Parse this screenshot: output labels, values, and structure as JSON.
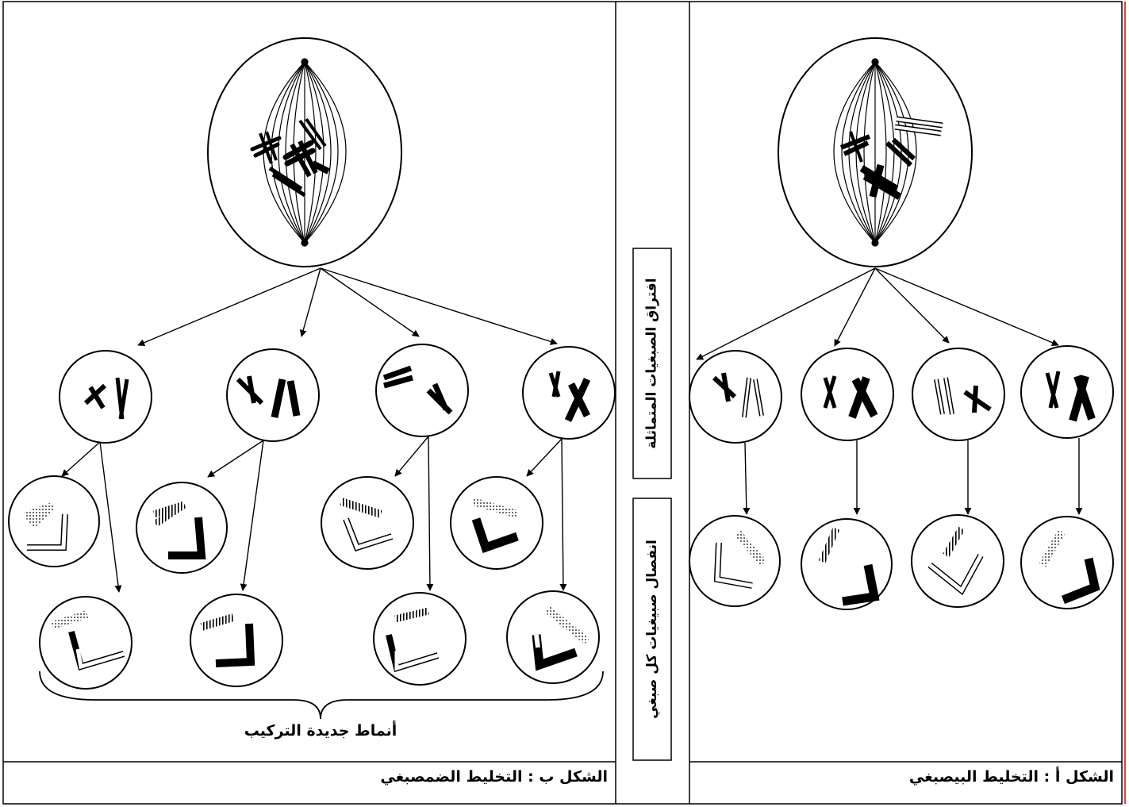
{
  "figure_a": {
    "caption": "الشكل أ : التخليط البيصبغي"
  },
  "figure_b": {
    "caption": "الشكل ب : التخليط الضمصبغي",
    "brace_label": "أنماط جديدة التركيب"
  },
  "middle_labels": {
    "top": "افتراق الصبغيات المتماثلة",
    "bottom": "انفصال صبيغيات كل صبغي"
  },
  "colors": {
    "line": "#000000",
    "background": "#ffffff",
    "border_accent": "#e00000"
  }
}
